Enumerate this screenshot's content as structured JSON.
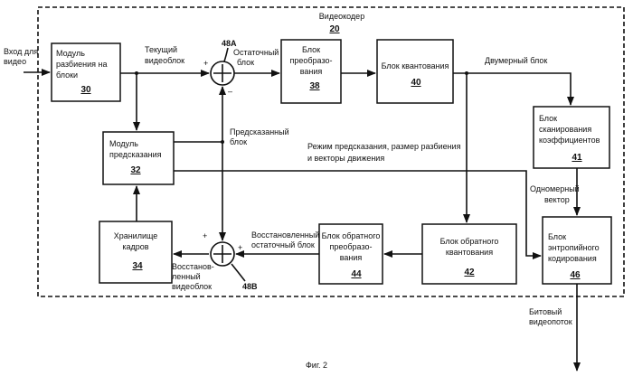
{
  "encoder": {
    "title": "Видеокодер",
    "number": "20"
  },
  "input_label": [
    "Вход для",
    "видео"
  ],
  "blocks": {
    "partition": {
      "lines": [
        "Модуль",
        "разбиения на",
        "блоки"
      ],
      "number": "30"
    },
    "transform": {
      "lines": [
        "Блок",
        "преобразо-",
        "вания"
      ],
      "number": "38"
    },
    "quant": {
      "lines": [
        "Блок квантования"
      ],
      "number": "40"
    },
    "scan": {
      "lines": [
        "Блок",
        "сканирования",
        "коэффициентов"
      ],
      "number": "41"
    },
    "prediction": {
      "lines": [
        "Модуль",
        "предсказания"
      ],
      "number": "32"
    },
    "frame_store": {
      "lines": [
        "Хранилище",
        "кадров"
      ],
      "number": "34"
    },
    "inv_transform": {
      "lines": [
        "Блок обратного",
        "преобразо-",
        "вания"
      ],
      "number": "44"
    },
    "inv_quant": {
      "lines": [
        "Блок обратного",
        "квантования"
      ],
      "number": "42"
    },
    "entropy": {
      "lines": [
        "Блок",
        "энтропийного",
        "кодирования"
      ],
      "number": "46"
    }
  },
  "labels": {
    "current_block": [
      "Текущий",
      "видеоблок"
    ],
    "residual_block": [
      "Остаточный",
      "блок"
    ],
    "two_dim_block": "Двумерный блок",
    "predicted_block": [
      "Предсказанный",
      "блок"
    ],
    "mode_info": [
      "Режим предсказания, размер разбиения",
      "и векторы движения"
    ],
    "one_dim_vector": [
      "Одномерный",
      "вектор"
    ],
    "recon_residual": [
      "Восстановленный",
      "остаточный блок"
    ],
    "recon_block": [
      "Восстанов-",
      "ленный",
      "видеоблок"
    ],
    "bitstream": [
      "Битовый",
      "видеопоток"
    ],
    "adder_top": "48A",
    "adder_bottom": "48B",
    "plus": "+",
    "minus": "–"
  },
  "caption": "Фиг. 2"
}
